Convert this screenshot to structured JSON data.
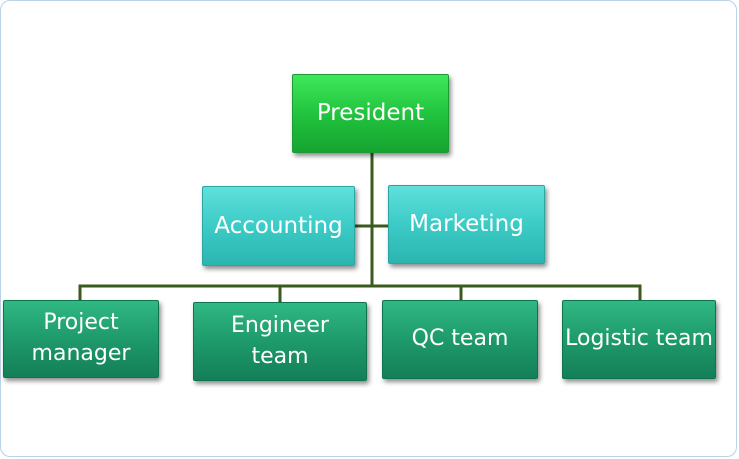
{
  "org_chart": {
    "top": {
      "label": "President"
    },
    "staff": [
      {
        "label": "Accounting"
      },
      {
        "label": "Marketing"
      }
    ],
    "teams": [
      {
        "label": "Project\nmanager"
      },
      {
        "label": "Engineer\nteam"
      },
      {
        "label": "QC team"
      },
      {
        "label": "Logistic team"
      }
    ]
  },
  "colors": {
    "top_fill": "#22c33e",
    "staff_fill": "#3ccbc6",
    "team_fill": "#1e9a6b",
    "connector": "#3b5a1e",
    "frame_border": "#bcd2e6"
  }
}
